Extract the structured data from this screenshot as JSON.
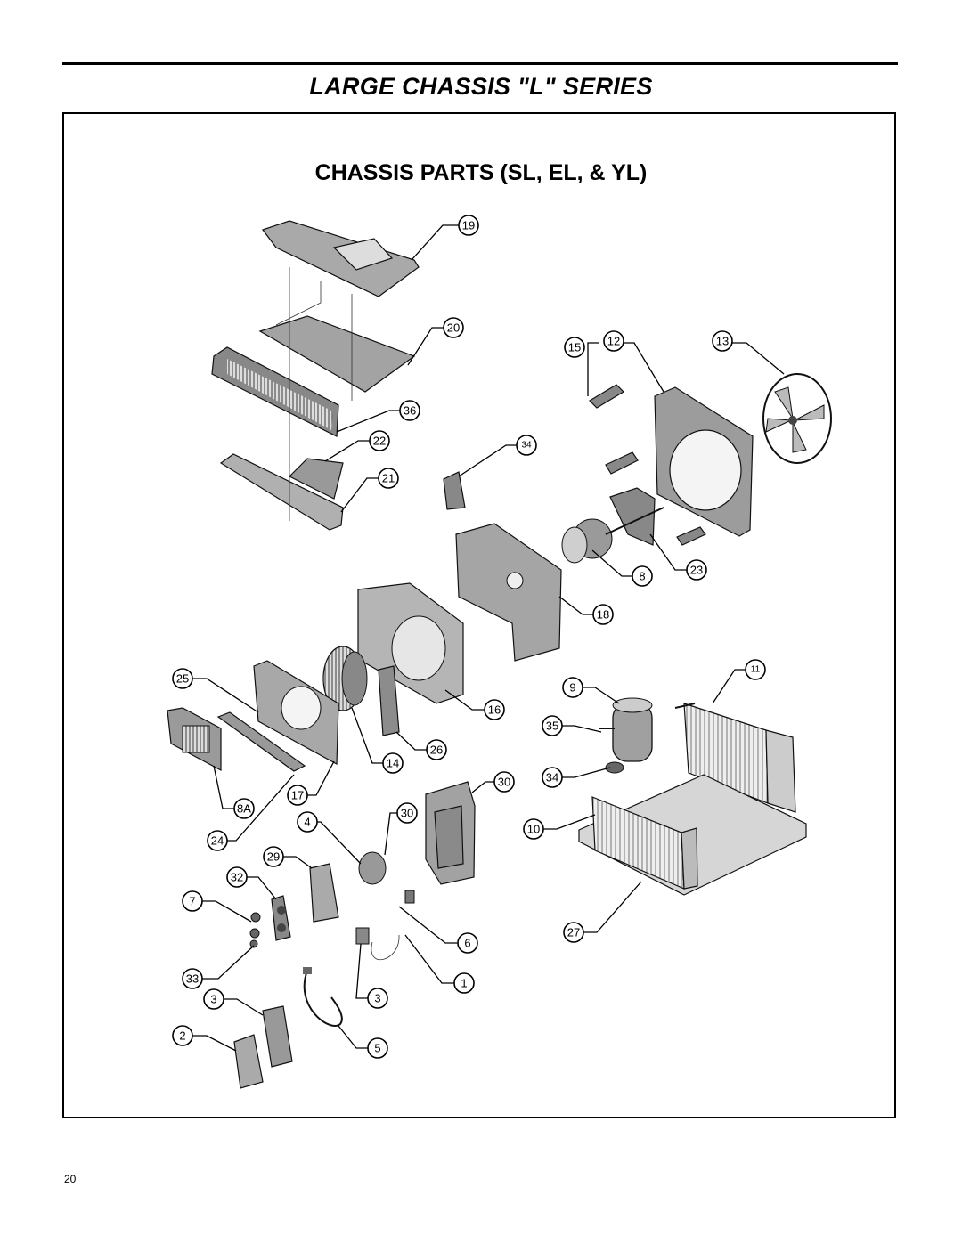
{
  "header": {
    "series_title": "LARGE CHASSIS \"L\" SERIES"
  },
  "diagram": {
    "title": "CHASSIS PARTS (SL, EL, & YL)",
    "callouts": [
      "19",
      "20",
      "15",
      "12",
      "13",
      "36",
      "22",
      "34",
      "21",
      "8",
      "23",
      "18",
      "25",
      "9",
      "11",
      "16",
      "35",
      "26",
      "14",
      "34",
      "30",
      "17",
      "8A",
      "4",
      "30",
      "10",
      "24",
      "29",
      "32",
      "7",
      "6",
      "27",
      "33",
      "1",
      "3",
      "3",
      "2",
      "5"
    ]
  },
  "footer": {
    "page_number": "20"
  }
}
